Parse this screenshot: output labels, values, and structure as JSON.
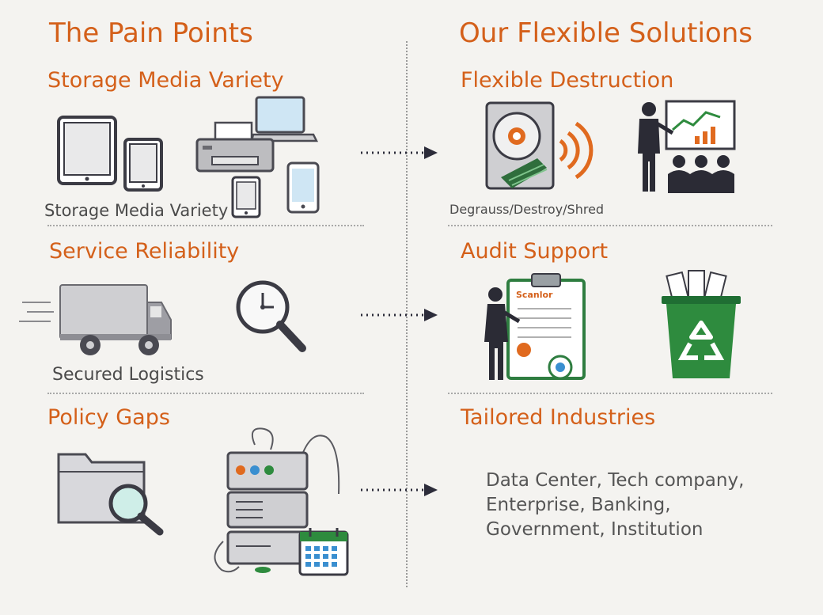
{
  "left": {
    "title": "The Pain Points",
    "sections": [
      {
        "title": "Storage Media Variety",
        "caption": "Storage Media Variety"
      },
      {
        "title": "Service Reliability",
        "caption": "Secured Logistics"
      },
      {
        "title": "Policy Gaps",
        "caption": ""
      }
    ]
  },
  "right": {
    "title": "Our Flexible Solutions",
    "sections": [
      {
        "title": "Flexible Destruction",
        "caption": "Degrauss/Destroy/Shred"
      },
      {
        "title": "Audit Support",
        "clipboard_label": "Scanlor"
      },
      {
        "title": "Tailored Industries",
        "industries": "Data Center, Tech company,\nEnterprise, Banking,\nGovernment, Institution"
      }
    ]
  },
  "colors": {
    "accent_orange": "#d4601a",
    "icon_dark": "#3b3b44",
    "icon_fill": "#dcdcdc",
    "recycle_green": "#2e8b3e",
    "arrow": "#2c2c3a"
  },
  "icons": [
    "tablet-icon",
    "small-tablet-icon",
    "printer-icon",
    "laptop-icon",
    "phone-icon",
    "hard-drive-icon",
    "signal-waves-icon",
    "presentation-icon",
    "truck-icon",
    "clock-magnifier-icon",
    "auditor-clipboard-icon",
    "recycle-bin-icon",
    "folder-magnifier-icon",
    "server-rack-icon",
    "calendar-icon"
  ]
}
